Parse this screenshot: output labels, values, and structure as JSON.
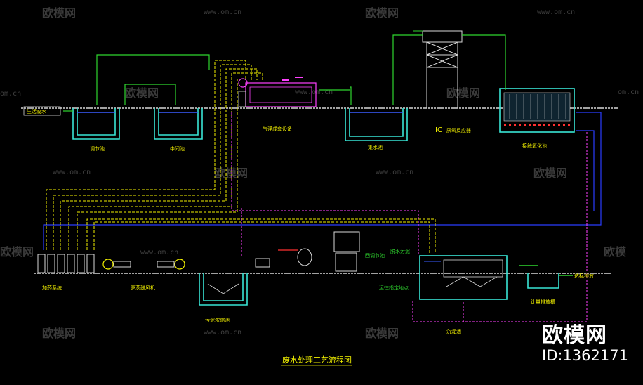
{
  "watermark": {
    "brand": "欧模网",
    "site": "www.om.cn",
    "site_short": "om.cn",
    "brand_partial": "欧模"
  },
  "brand_overlay": {
    "name": "欧模网",
    "id": "ID:1362171"
  },
  "diagram": {
    "title": "废水处理工艺流程图",
    "labels": {
      "inlet": "生活废水",
      "regulating_tank": "调节池",
      "middle_tank": "中间池",
      "air_flotation": "气浮成套设备",
      "collection_tank": "集水池",
      "ic": "IC",
      "ic_reactor": "厌氧反应器",
      "contact_oxidation": "接触氧化池",
      "dosing_system": "加药系统",
      "roots_blower": "罗茨鼓风机",
      "sludge_tank": "污泥浓缩池",
      "sludge_dewater": "脱水污泥",
      "sludge_return": "回调节池",
      "sludge_transport": "运往指定地点",
      "sedimentation_tank": "沉淀池",
      "metering_tank": "计量排放槽",
      "outfall": "达标排放"
    },
    "colors": {
      "ground": "#d8d8d8",
      "tank": "#39e6d6",
      "water": "#3a5cff",
      "air": "#f2f000",
      "sludge": "#ff40ff",
      "pipe_green": "#2fd62f",
      "pipe_blue": "#2a3cff"
    }
  }
}
